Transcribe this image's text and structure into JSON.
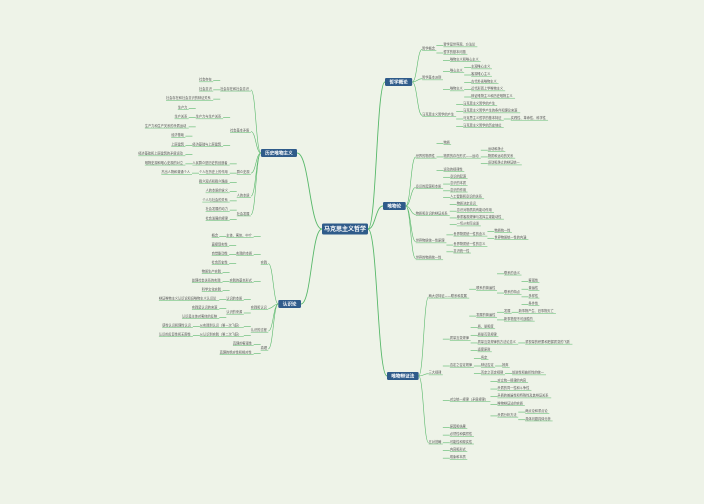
{
  "center": "马克思主义哲学",
  "branches": [
    {
      "label": "哲学概论",
      "items": [
        {
          "label": "哲学概念",
          "children": [
            {
              "label": "哲学是世界观、方法论"
            },
            {
              "label": "哲学的基本问题"
            }
          ]
        },
        {
          "label": "哲学基本派别",
          "children": [
            {
              "label": "唯物主义和唯心主义"
            },
            {
              "label": "唯心主义",
              "children": [
                {
                  "label": "主观唯心主义"
                },
                {
                  "label": "客观唯心主义"
                }
              ]
            },
            {
              "label": "唯物主义",
              "children": [
                {
                  "label": "古代朴素唯物主义"
                },
                {
                  "label": "近代形而上学唯物主义"
                },
                {
                  "label": "辩证唯物主义和历史唯物主义"
                }
              ]
            }
          ]
        },
        {
          "label": "马克思主义哲学的产生",
          "children": [
            {
              "label": "马克思主义哲学的产生"
            },
            {
              "label": "马克思主义哲学产生的条件和理论来源"
            },
            {
              "label": "马克思主义哲学的基本特征",
              "children": [
                {
                  "label": "实践性、革命性、科学性"
                }
              ]
            },
            {
              "label": "马克思主义哲学的历史地位"
            }
          ]
        }
      ]
    },
    {
      "label": "唯物论",
      "items": [
        {
          "label": "世界的物质性",
          "children": [
            {
              "label": "物质"
            },
            {
              "label": "物质的存在形式——运动",
              "children": [
                {
                  "label": "运动和静止"
                },
                {
                  "label": "物质和运动的关系"
                },
                {
                  "label": "运动和静止的辩证统一"
                }
              ]
            },
            {
              "label": "运动的规律性"
            }
          ]
        },
        {
          "label": "意识的起源和本质",
          "children": [
            {
              "label": "意识的起源"
            },
            {
              "label": "意识的本质"
            },
            {
              "label": "意识的作用"
            },
            {
              "label": "人工智能和意识的关系"
            }
          ]
        },
        {
          "label": "物质和意识的辩证关系",
          "children": [
            {
              "label": "物质决定意识"
            },
            {
              "label": "意识对物质具有能动作用"
            },
            {
              "label": "尊重客观规律与发挥主观能动性"
            },
            {
              "label": "一切从实际出发"
            }
          ]
        },
        {
          "label": "世界物质统一性原理",
          "children": [
            {
              "label": "世界物质统一性的含义",
              "children": [
                {
                  "label": "物质统一性"
                },
                {
                  "label": "世界物质统一性的内涵"
                }
              ]
            },
            {
              "label": "世界物质统一性的意义"
            },
            {
              "label": "意识统一性"
            }
          ]
        },
        {
          "label": "世界的物质统一性"
        }
      ]
    },
    {
      "label": "唯物辩证法",
      "items": [
        {
          "label": "两大总特征——联系和发展",
          "children": [
            {
              "label": "联系的普遍性",
              "children": [
                {
                  "label": "联系的含义"
                },
                {
                  "label": "联系的特点",
                  "children": [
                    {
                      "label": "客观性"
                    },
                    {
                      "label": "普遍性"
                    },
                    {
                      "label": "多样性"
                    },
                    {
                      "label": "条件性"
                    }
                  ]
                }
              ]
            },
            {
              "label": "发展的普遍性",
              "children": [
                {
                  "label": "发展",
                  "children": [
                    {
                      "label": "新事物产生、旧事物灭亡"
                    }
                  ]
                },
                {
                  "label": "新事物是不可战胜的"
                }
              ]
            }
          ]
        },
        {
          "label": "三大规律",
          "children": [
            {
              "label": "质量互变规律",
              "children": [
                {
                  "label": "质、量和度"
                },
                {
                  "label": "质量互变规律"
                },
                {
                  "label": "质量互变规律的方法论意义",
                  "children": [
                    {
                      "label": "重视量的积累和把握质变的飞跃"
                    }
                  ]
                },
                {
                  "label": "适度原则"
                }
              ]
            },
            {
              "label": "否定之否定规律",
              "children": [
                {
                  "label": "肯定"
                },
                {
                  "label": "辩证否定",
                  "children": [
                    {
                      "label": "扬弃"
                    }
                  ]
                },
                {
                  "label": "否定之否定规律",
                  "children": [
                    {
                      "label": "前进性和曲折性的统一"
                    }
                  ]
                }
              ]
            },
            {
              "label": "对立统一规律（矛盾规律）",
              "children": [
                {
                  "label": "对立统一规律的内容"
                },
                {
                  "label": "矛盾的同一性和斗争性"
                },
                {
                  "label": "矛盾的普遍性和特殊性及其辩证关系"
                },
                {
                  "label": "唯物辩证法的实质"
                },
                {
                  "label": "矛盾分析方法",
                  "children": [
                    {
                      "label": "两点论和重点论"
                    },
                    {
                      "label": "具体问题具体分析"
                    }
                  ]
                }
              ]
            }
          ]
        },
        {
          "label": "五对范畴",
          "children": [
            {
              "label": "原因和结果"
            },
            {
              "label": "必然性和偶然性"
            },
            {
              "label": "可能性和现实性"
            },
            {
              "label": "内容和形式"
            },
            {
              "label": "现象和本质"
            }
          ]
        }
      ]
    },
    {
      "label": "认识论",
      "items": [
        {
          "label": "实践",
          "children": [
            {
              "label": "主体、客体、中介",
              "children": [
                {
                  "label": "概念"
                }
              ]
            },
            {
              "label": "实践的本质",
              "children": [
                {
                  "label": "直接现实性"
                },
                {
                  "label": "自觉能动性"
                },
                {
                  "label": "社会历史性"
                }
              ]
            },
            {
              "label": "实践的基本形式",
              "children": [
                {
                  "label": "物质生产实践"
                },
                {
                  "label": "处理社会关系的实践"
                },
                {
                  "label": "科学文化实践"
                }
              ]
            }
          ]
        },
        {
          "label": "实践和认识",
          "children": [
            {
              "label": "认识的本质",
              "children": [
                {
                  "label": "辩证唯物主义认识论和旧唯物主义认识论"
                }
              ]
            },
            {
              "label": "认识的来源",
              "children": [
                {
                  "label": "实践是认识的来源"
                },
                {
                  "label": "认识是主体对客体的反映"
                }
              ]
            }
          ]
        },
        {
          "label": "认识的过程",
          "children": [
            {
              "label": "从实践到认识（第一次飞跃）",
              "children": [
                {
                  "label": "感性认识和理性认识"
                }
              ]
            },
            {
              "label": "从认识到实践（第二次飞跃）",
              "children": [
                {
                  "label": "认识的反复性和无限性"
                }
              ]
            }
          ]
        },
        {
          "label": "真理",
          "children": [
            {
              "label": "真理的客观性"
            },
            {
              "label": "真理的绝对性和相对性"
            }
          ]
        }
      ]
    },
    {
      "label": "历史唯物主义",
      "items": [
        {
          "label": "社会存在和社会意识",
          "children": [
            {
              "label": "社会存在"
            },
            {
              "label": "社会意识"
            },
            {
              "label": "社会存在和社会意识的辩证关系"
            }
          ]
        },
        {
          "label": "社会基本矛盾",
          "children": [
            {
              "label": "生产力与生产关系",
              "children": [
                {
                  "label": "生产力"
                },
                {
                  "label": "生产关系"
                },
                {
                  "label": "生产力和生产关系的矛盾运动"
                }
              ]
            },
            {
              "label": "经济基础与上层建筑",
              "children": [
                {
                  "label": "经济基础"
                },
                {
                  "label": "上层建筑"
                },
                {
                  "label": "经济基础和上层建筑的矛盾运动"
                }
              ]
            }
          ]
        },
        {
          "label": "群众史观",
          "children": [
            {
              "label": "人民群众是历史的创造者",
              "children": [
                {
                  "label": "唯物史观和唯心史观的对立"
                }
              ]
            },
            {
              "label": "个人在历史上的作用",
              "children": [
                {
                  "label": "杰出人物和普通个人"
                }
              ]
            },
            {
              "label": "群众观点和群众路线"
            }
          ]
        },
        {
          "label": "人的本质",
          "children": [
            {
              "label": "人的本质的含义"
            },
            {
              "label": "个人与社会的关系"
            }
          ]
        },
        {
          "label": "社会发展",
          "children": [
            {
              "label": "社会发展的动力"
            },
            {
              "label": "社会发展的规律"
            }
          ]
        }
      ]
    }
  ]
}
